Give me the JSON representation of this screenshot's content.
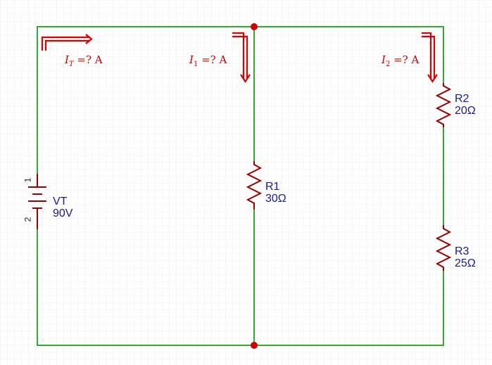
{
  "source": {
    "name": "VT",
    "value": "90V",
    "pin_top": "1",
    "pin_bottom": "2"
  },
  "resistors": [
    {
      "name": "R1",
      "value": "30Ω"
    },
    {
      "name": "R2",
      "value": "20Ω"
    },
    {
      "name": "R3",
      "value": "25Ω"
    }
  ],
  "currents": [
    {
      "symbol": "I",
      "sub": "T",
      "rest": " =? A"
    },
    {
      "symbol": "I",
      "sub": "1",
      "rest": " =? A"
    },
    {
      "symbol": "I",
      "sub": "2",
      "rest": " =? A"
    }
  ],
  "colors": {
    "wire": "#33aa33",
    "resistor": "#990000",
    "arrow": "#dd0000",
    "node": "#cc0000",
    "text": "#1a1a8c",
    "grid": "#ececec"
  }
}
